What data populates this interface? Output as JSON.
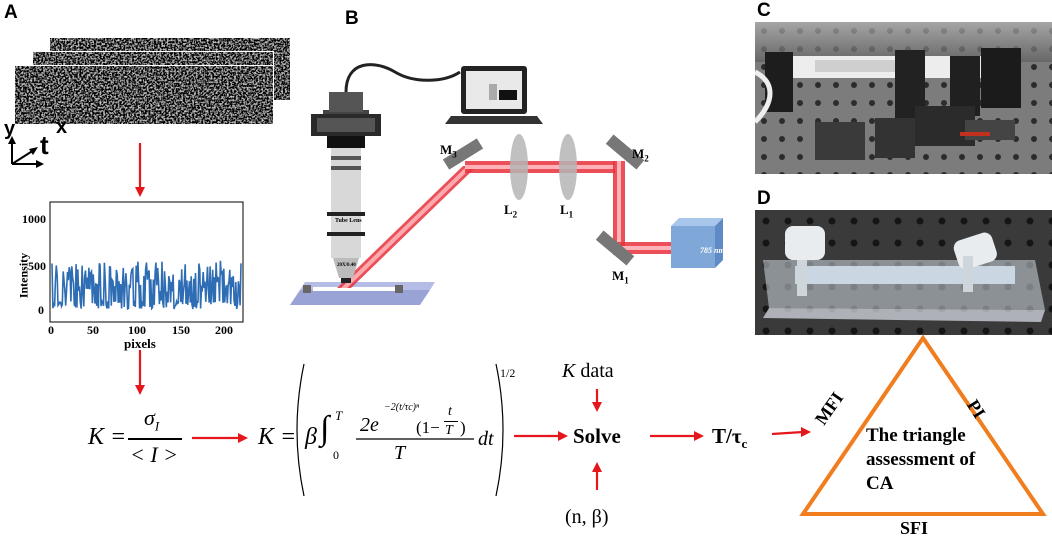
{
  "panels": {
    "a": "A",
    "b": "B",
    "c": "C",
    "d": "D"
  },
  "axes_glyphs": {
    "y": "y",
    "t": "t",
    "x": "x"
  },
  "intensity_plot": {
    "ylabel": "Intensity",
    "xlabel": "pixels",
    "yticks": [
      "0",
      "500",
      "1000"
    ],
    "xticks": [
      "0",
      "50",
      "100",
      "150",
      "200"
    ]
  },
  "optics": {
    "tube_lens": "Tube Lens",
    "objective": "20X/0.40",
    "laser": "785 nm",
    "m3": "M",
    "m3_sub": "3",
    "m2": "M",
    "m2_sub": "2",
    "m1": "M",
    "m1_sub": "1",
    "l2": "L",
    "l2_sub": "2",
    "l1": "L",
    "l1_sub": "1"
  },
  "equations": {
    "k1_lhs": "K =",
    "k1_num": "σ",
    "k1_num_sub": "I",
    "k1_den": "< I >",
    "k2_lhs": "K =",
    "k2_beta": "β",
    "k2_int": "∫",
    "k2_upper": "T",
    "k2_lower": "0",
    "k2_num": "2e",
    "k2_exp": "−2(t/τc)ⁿ",
    "k2_paren": "(1−",
    "k2_frac_num": "t",
    "k2_frac_den": "T",
    "k2_close": ")",
    "k2_den": "T",
    "k2_dt": "dt",
    "k2_power": "1/2"
  },
  "flow": {
    "k_data": "data",
    "k_italic": "K",
    "solve": "Solve",
    "params": "(n, β)",
    "ratio": "T/τ",
    "ratio_sub": "c"
  },
  "triangle": {
    "left": "MFI",
    "right": "PI",
    "bottom": "SFI",
    "center_l1": "The triangle",
    "center_l2": "assessment of",
    "center_l3": "CA"
  },
  "colors": {
    "arrow": "#e5171d",
    "plot_line": "#2e6db4",
    "triangle": "#f07d1e",
    "laser": "#e8303a",
    "box_laser": "#7fa8d8"
  }
}
